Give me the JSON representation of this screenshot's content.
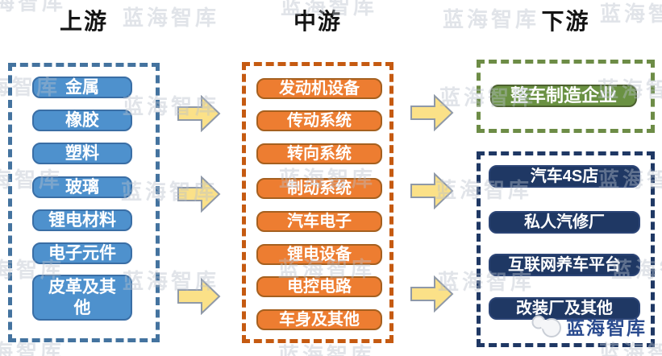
{
  "headers": {
    "upstream": "上游",
    "midstream": "中游",
    "downstream": "下游"
  },
  "groups": {
    "upstream": {
      "items": [
        "金属",
        "橡胶",
        "塑料",
        "玻璃",
        "锂电材料",
        "电子元件",
        "皮革及其他"
      ]
    },
    "midstream": {
      "items": [
        "发动机设备",
        "传动系统",
        "转向系统",
        "制动系统",
        "汽车电子",
        "锂电设备",
        "电控电路",
        "车身及其他"
      ]
    },
    "downstream_oem": {
      "items": [
        "整车制造企业"
      ]
    },
    "downstream_aftermarket": {
      "items": [
        "汽车4S店",
        "私人汽修厂",
        "互联网养车平台",
        "改装厂及其他"
      ]
    }
  },
  "watermark": {
    "text": "蓝海智库",
    "color": "#b9c1cc",
    "positions": [
      [
        -38,
        -17
      ],
      [
        152,
        2
      ],
      [
        348,
        -12
      ],
      [
        549,
        4
      ],
      [
        744,
        -3
      ],
      [
        -45,
        88
      ],
      [
        152,
        112
      ],
      [
        545,
        101
      ],
      [
        741,
        91
      ],
      [
        -42,
        203
      ],
      [
        150,
        218
      ],
      [
        346,
        202
      ],
      [
        540,
        216
      ],
      [
        742,
        203
      ],
      [
        -40,
        315
      ],
      [
        152,
        329
      ],
      [
        345,
        314
      ],
      [
        543,
        330
      ],
      [
        758,
        315
      ],
      [
        -40,
        417
      ],
      [
        345,
        421
      ],
      [
        743,
        418
      ]
    ]
  },
  "logo": {
    "text": "蓝海智库",
    "color": "#2a4b8f",
    "icon": "cloud-icon"
  },
  "colors": {
    "upstream_fill": "#4e91cd",
    "upstream_border": "#3a6ea5",
    "upstream_box": "#44739f",
    "midstream_fill": "#ed7d31",
    "midstream_border": "#a5601f",
    "midstream_box": "#c55a11",
    "oem_fill": "#6a9142",
    "oem_border": "#4c612f",
    "oem_box": "#6d8c46",
    "aftermarket_fill": "#1f3864",
    "aftermarket_border": "#2c4576",
    "aftermarket_box": "#1f3864",
    "arrow_fill": "#fbe188",
    "arrow_stroke": "#8f99a8"
  }
}
